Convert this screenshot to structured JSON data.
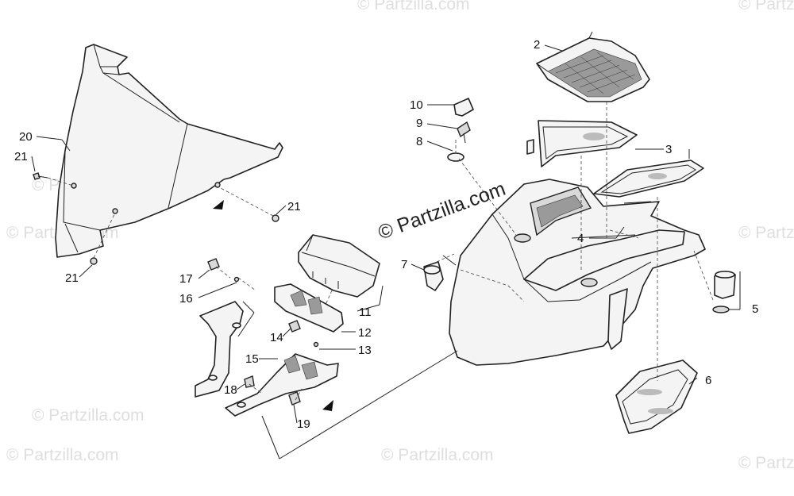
{
  "watermark": {
    "main": "© Partzilla.com",
    "faint": "© Partzilla.com"
  },
  "callouts": {
    "c1": "2",
    "c2": "3",
    "c3": "4",
    "c4": "5",
    "c5": "6",
    "c6": "7",
    "c7": "8",
    "c8": "9",
    "c9": "10",
    "c10": "11",
    "c11": "12",
    "c12": "13",
    "c13": "14",
    "c14": "15",
    "c15": "16",
    "c16": "17",
    "c17": "18",
    "c18": "19",
    "c19": "20",
    "c20a": "21",
    "c20b": "21",
    "c20c": "21"
  },
  "colors": {
    "line": "#222222",
    "fill": "#f4f4f4",
    "mesh": "#9a9a9a",
    "watermark": "#dedede"
  }
}
